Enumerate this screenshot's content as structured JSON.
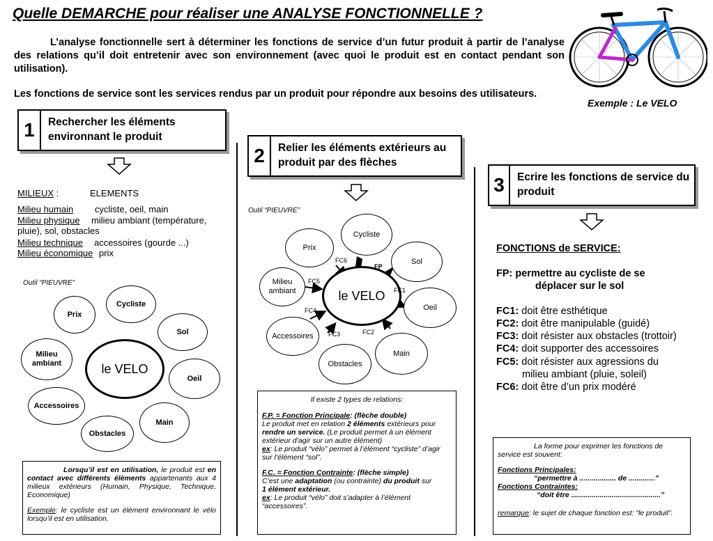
{
  "title": "Quelle DEMARCHE pour réaliser une ANALYSE FONCTIONNELLE ?",
  "intro": {
    "p1": "L’analyse fonctionnelle sert à déterminer les fonctions de service d’un futur produit à partir de l’analyse des relations qu’il doit entretenir avec son environnement (avec quoi le produit est en contact pendant son utilisation).",
    "p2": "Les fonctions de service sont les services rendus par un produit pour répondre aux besoins des utilisateurs.",
    "example": "Exemple : Le VELO"
  },
  "step1": {
    "num": "1",
    "label": "Rechercher les éléments environnant le produit",
    "milieux_header": "MILIEUX",
    "colon": " :",
    "elements_header": "ELEMENTS",
    "rows": [
      {
        "milieu": "Milieu humain",
        "elements": "cycliste, oeil, main"
      },
      {
        "milieu": "Milieu physique",
        "elements": "milieu ambiant (température, pluie), sol, obstacles"
      },
      {
        "milieu": "Milieu technique",
        "elements": "accessoires (gourde ...)"
      },
      {
        "milieu": "Milieu économique",
        "elements": "prix"
      }
    ],
    "tool": "Outil “PIEUVRE”",
    "center": "le VELO",
    "nodes": [
      "Prix",
      "Cycliste",
      "Sol",
      "Milieu ambiant",
      "Oeil",
      "Accessoires",
      "Main",
      "Obstacles"
    ],
    "note_bold": "Lorsqu’il est en utilisation,",
    "note_text1": " le produit est ",
    "note_bold2": "en contact avec différents élèments",
    "note_text2": " appartenants aux 4 milieux extérieurs (Humain, Physique, Technique, Economique)",
    "note_ex_label": "Exemple",
    "note_ex": ": le cycliste est un élément environnant le vélo lorsqu’il est en utilisation."
  },
  "step2": {
    "num": "2",
    "label": "Relier les éléments extérieurs au produit par des flèches",
    "tool": "Outil “PIEUVRE”",
    "center": "le VELO",
    "nodes": [
      "Cycliste",
      "Prix",
      "Sol",
      "Milieu ambiant",
      "Oeil",
      "Accessoires",
      "Main",
      "Obstacles"
    ],
    "fc_labels": [
      "FC6",
      "FP",
      "FC5",
      "FC1",
      "FC4",
      "FC3",
      "FC2"
    ],
    "box": {
      "intro": "Il existe 2 types de relations:",
      "fp_title": "F.P. = Fonction Principale",
      "fp_type": ": (flèche double)",
      "fp_l1a": "Le produit met en relation ",
      "fp_l1b": "2 éléments",
      "fp_l1c": " extérieurs pour ",
      "fp_l2": "rendre un service.",
      "fp_l3": " (Le produit permet à un élément extérieur d’agir sur un autre élément)",
      "fp_ex_label": "ex",
      "fp_ex": ": Le produit “vélo” permet à l’élément “cycliste” d’agir sur l’élément “sol”.",
      "fc_title": "F.C. = Fonction Contrainte",
      "fc_type": ": (flèche simple)",
      "fc_l1a": "C’est une ",
      "fc_l1b": "adaptation",
      "fc_l1c": " (ou contrainte) ",
      "fc_l1d": "du produit",
      "fc_l1e": " sur ",
      "fc_l2": "1 élément extérieur.",
      "fc_ex_label": "ex",
      "fc_ex": ": Le produit “vélo” doit s’adapter à l’élément “accessoires”."
    }
  },
  "step3": {
    "num": "3",
    "label": "Ecrire les fonctions de service du produit",
    "heading": "FONCTIONS de SERVICE:",
    "fp_label": "FP:",
    "fp_text1": " permettre au cycliste de se",
    "fp_text2": "déplacer sur le sol",
    "functions": [
      {
        "code": "FC1:",
        "text": "doit être esthétique"
      },
      {
        "code": "FC2:",
        "text": "doit être manipulable (guidé)"
      },
      {
        "code": "FC3:",
        "text": "doit résister aux obstacles (trottoir)"
      },
      {
        "code": "FC4:",
        "text": "doit supporter des accessoires"
      },
      {
        "code": "FC5:",
        "text": "doit résister aux agressions du"
      },
      {
        "code": "",
        "text": "milieu ambiant (pluie, soleil)"
      },
      {
        "code": "FC6:",
        "text": "doit être d’un prix modéré"
      }
    ],
    "box": {
      "intro": "La forme pour exprimer les fonctions de service est souvent:",
      "fp_title": "Fonctions Principales:",
      "fp_form": "“permettre à .................. de .............”",
      "fc_title": "Fonctions Contraintes:",
      "fc_form": "“doit être ............................................”",
      "rem_label": "remarque",
      "rem": ": le sujet de chaque fonction est: “le produit”."
    }
  },
  "colors": {
    "frame_blue": "#2a8be6",
    "frame_magenta": "#c026d3",
    "shadow": "#9a9a9a"
  }
}
